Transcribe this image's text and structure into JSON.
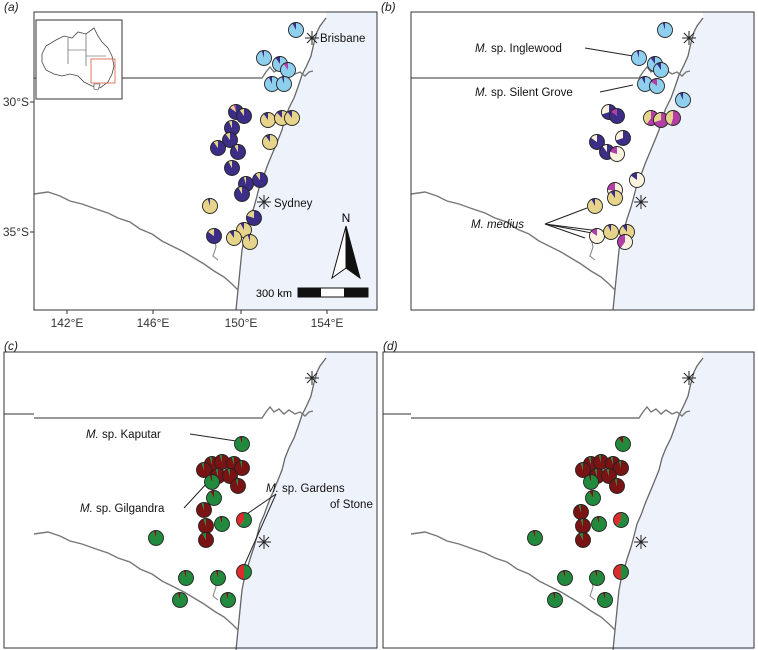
{
  "colors": {
    "sea": "#eef3fb",
    "land": "#ffffff",
    "border": "#777777",
    "coast": "#666666",
    "frame": "#333333",
    "light_blue": "#8fcfee",
    "dark_blue": "#3c2e86",
    "sand": "#e6d48a",
    "magenta": "#b13fa6",
    "cream": "#fbf3dd",
    "dark_red": "#7a1414",
    "green": "#228a3c",
    "red": "#de2b2b"
  },
  "panels": [
    {
      "label": "(a)"
    },
    {
      "label": "(b)"
    },
    {
      "label": "(c)"
    },
    {
      "label": "(d)"
    }
  ],
  "axis": {
    "x_ticks": [
      "142°E",
      "146°E",
      "150°E",
      "154°E"
    ],
    "y_ticks": [
      "30°S",
      "35°S"
    ]
  },
  "cities": {
    "brisbane": "Brisbane",
    "sydney": "Sydney"
  },
  "north_arrow": "N",
  "scale_bar": "300 km",
  "annotations": {
    "inglewood": {
      "italic": "M.",
      "rest": " sp. Inglewood"
    },
    "silent_grove": {
      "italic": "M.",
      "rest": " sp. Silent Grove"
    },
    "medius": {
      "italic": "M. medius"
    },
    "kaputar": {
      "italic": "M.",
      "rest": " sp. Kaputar"
    },
    "gilgandra": {
      "italic": "M.",
      "rest": " sp. Gilgandra"
    },
    "gardens_line1": {
      "italic": "M.",
      "rest": " sp. Gardens"
    },
    "gardens_line2": "of Stone"
  },
  "pies": {
    "a": [
      [
        [
          [
            "light_blue",
            0.92
          ],
          [
            "dark_blue",
            0.08
          ]
        ]
      ],
      [
        [
          [
            "light_blue",
            0.95
          ],
          [
            "dark_blue",
            0.05
          ]
        ]
      ],
      [
        [
          [
            "light_blue",
            0.9
          ],
          [
            "dark_blue",
            0.1
          ]
        ]
      ],
      [
        [
          [
            "light_blue",
            0.9
          ],
          [
            "magenta",
            0.1
          ]
        ]
      ],
      [
        [
          [
            "light_blue",
            0.93
          ],
          [
            "dark_blue",
            0.07
          ]
        ]
      ],
      [
        [
          [
            "light_blue",
            0.95
          ],
          [
            "dark_blue",
            0.05
          ]
        ]
      ],
      [
        [
          [
            "dark_blue",
            0.85
          ],
          [
            "sand",
            0.1
          ],
          [
            "magenta",
            0.05
          ]
        ]
      ],
      [
        [
          [
            "dark_blue",
            0.9
          ],
          [
            "sand",
            0.1
          ]
        ]
      ],
      [
        [
          [
            "dark_blue",
            0.93
          ],
          [
            "sand",
            0.07
          ]
        ]
      ],
      [
        [
          [
            "sand",
            0.9
          ],
          [
            "dark_blue",
            0.1
          ]
        ]
      ],
      [
        [
          [
            "sand",
            0.88
          ],
          [
            "dark_blue",
            0.12
          ]
        ]
      ],
      [
        [
          [
            "sand",
            0.9
          ],
          [
            "dark_blue",
            0.1
          ]
        ]
      ],
      [
        [
          [
            "sand",
            0.9
          ],
          [
            "dark_blue",
            0.1
          ]
        ]
      ],
      [
        [
          [
            "dark_blue",
            0.9
          ],
          [
            "sand",
            0.1
          ]
        ]
      ],
      [
        [
          [
            "dark_blue",
            0.92
          ],
          [
            "sand",
            0.08
          ]
        ]
      ],
      [
        [
          [
            "dark_blue",
            0.9
          ],
          [
            "sand",
            0.1
          ]
        ]
      ],
      [
        [
          [
            "dark_blue",
            0.92
          ],
          [
            "sand",
            0.08
          ]
        ]
      ],
      [
        [
          [
            "dark_blue",
            0.95
          ],
          [
            "sand",
            0.05
          ]
        ]
      ],
      [
        [
          [
            "dark_blue",
            0.92
          ],
          [
            "sand",
            0.08
          ]
        ]
      ],
      [
        [
          [
            "dark_blue",
            0.9
          ],
          [
            "sand",
            0.1
          ]
        ]
      ],
      [
        [
          [
            "dark_blue",
            0.8
          ],
          [
            "sand",
            0.2
          ]
        ]
      ],
      [
        [
          [
            "sand",
            0.95
          ],
          [
            "dark_blue",
            0.05
          ]
        ]
      ],
      [
        [
          [
            "sand",
            0.92
          ],
          [
            "dark_blue",
            0.08
          ]
        ]
      ],
      [
        [
          [
            "sand",
            0.9
          ],
          [
            "dark_blue",
            0.1
          ]
        ]
      ],
      [
        [
          [
            "dark_blue",
            0.85
          ],
          [
            "sand",
            0.15
          ]
        ]
      ],
      [
        [
          [
            "sand",
            0.95
          ],
          [
            "dark_blue",
            0.05
          ]
        ]
      ]
    ],
    "b": [
      [
        [
          [
            "light_blue",
            0.95
          ],
          [
            "dark_blue",
            0.05
          ]
        ]
      ],
      [
        [
          [
            "light_blue",
            0.95
          ],
          [
            "dark_blue",
            0.05
          ]
        ]
      ],
      [
        [
          [
            "light_blue",
            0.9
          ],
          [
            "dark_blue",
            0.1
          ]
        ]
      ],
      [
        [
          [
            "light_blue",
            0.9
          ],
          [
            "dark_blue",
            0.1
          ]
        ]
      ],
      [
        [
          [
            "light_blue",
            0.92
          ],
          [
            "dark_blue",
            0.08
          ]
        ]
      ],
      [
        [
          [
            "light_blue",
            0.85
          ],
          [
            "magenta",
            0.15
          ]
        ]
      ],
      [
        [
          [
            "light_blue",
            0.93
          ],
          [
            "dark_blue",
            0.07
          ]
        ]
      ],
      [
        [
          [
            "dark_blue",
            0.7
          ],
          [
            "cream",
            0.3
          ]
        ]
      ],
      [
        [
          [
            "dark_blue",
            0.85
          ],
          [
            "magenta",
            0.15
          ]
        ]
      ],
      [
        [
          [
            "magenta",
            0.6
          ],
          [
            "sand",
            0.4
          ]
        ]
      ],
      [
        [
          [
            "magenta",
            0.7
          ],
          [
            "sand",
            0.3
          ]
        ]
      ],
      [
        [
          [
            "magenta",
            0.55
          ],
          [
            "sand",
            0.45
          ]
        ]
      ],
      [
        [
          [
            "dark_blue",
            0.85
          ],
          [
            "cream",
            0.15
          ]
        ]
      ],
      [
        [
          [
            "dark_blue",
            0.9
          ],
          [
            "cream",
            0.1
          ]
        ]
      ],
      [
        [
          [
            "dark_blue",
            0.7
          ],
          [
            "cream",
            0.3
          ]
        ]
      ],
      [
        [
          [
            "cream",
            0.8
          ],
          [
            "magenta",
            0.2
          ]
        ]
      ],
      [
        [
          [
            "cream",
            0.75
          ],
          [
            "magenta",
            0.25
          ]
        ]
      ],
      [
        [
          [
            "cream",
            0.85
          ],
          [
            "dark_blue",
            0.15
          ]
        ]
      ],
      [
        [
          [
            "sand",
            0.92
          ],
          [
            "dark_blue",
            0.08
          ]
        ]
      ],
      [
        [
          [
            "sand",
            0.9
          ],
          [
            "dark_blue",
            0.1
          ]
        ]
      ],
      [
        [
          [
            "sand",
            0.9
          ],
          [
            "dark_blue",
            0.1
          ]
        ]
      ],
      [
        [
          [
            "cream",
            0.85
          ],
          [
            "magenta",
            0.15
          ]
        ]
      ],
      [
        [
          [
            "sand",
            0.93
          ],
          [
            "dark_blue",
            0.07
          ]
        ]
      ],
      [
        [
          [
            "cream",
            0.6
          ],
          [
            "magenta",
            0.4
          ]
        ]
      ]
    ],
    "c": [
      [
        [
          [
            "green",
            0.95
          ],
          [
            "dark_red",
            0.05
          ]
        ]
      ],
      [
        [
          [
            "dark_red",
            0.95
          ],
          [
            "green",
            0.05
          ]
        ]
      ],
      [
        [
          [
            "dark_red",
            0.95
          ],
          [
            "green",
            0.05
          ]
        ]
      ],
      [
        [
          [
            "dark_red",
            0.95
          ],
          [
            "green",
            0.05
          ]
        ]
      ],
      [
        [
          [
            "dark_red",
            0.95
          ],
          [
            "green",
            0.05
          ]
        ]
      ],
      [
        [
          [
            "dark_red",
            0.95
          ],
          [
            "green",
            0.05
          ]
        ]
      ],
      [
        [
          [
            "dark_red",
            0.95
          ],
          [
            "green",
            0.05
          ]
        ]
      ],
      [
        [
          [
            "dark_red",
            0.95
          ],
          [
            "green",
            0.05
          ]
        ]
      ],
      [
        [
          [
            "green",
            0.95
          ],
          [
            "dark_red",
            0.05
          ]
        ]
      ],
      [
        [
          [
            "dark_red",
            0.95
          ],
          [
            "green",
            0.05
          ]
        ]
      ],
      [
        [
          [
            "green",
            0.92
          ],
          [
            "dark_red",
            0.08
          ]
        ]
      ],
      [
        [
          [
            "dark_red",
            0.95
          ],
          [
            "green",
            0.05
          ]
        ]
      ],
      [
        [
          [
            "green",
            0.6
          ],
          [
            "red",
            0.4
          ]
        ]
      ],
      [
        [
          [
            "dark_red",
            0.95
          ],
          [
            "green",
            0.05
          ]
        ]
      ],
      [
        [
          [
            "green",
            0.95
          ],
          [
            "dark_red",
            0.05
          ]
        ]
      ],
      [
        [
          [
            "dark_red",
            0.92
          ],
          [
            "green",
            0.08
          ]
        ]
      ],
      [
        [
          [
            "green",
            0.5
          ],
          [
            "red",
            0.5
          ]
        ]
      ],
      [
        [
          [
            "green",
            0.95
          ],
          [
            "dark_red",
            0.05
          ]
        ]
      ],
      [
        [
          [
            "green",
            0.95
          ],
          [
            "dark_red",
            0.05
          ]
        ]
      ],
      [
        [
          [
            "green",
            0.95
          ],
          [
            "dark_red",
            0.05
          ]
        ]
      ],
      [
        [
          [
            "green",
            0.95
          ],
          [
            "dark_red",
            0.05
          ]
        ]
      ],
      [
        [
          [
            "green",
            0.95
          ],
          [
            "dark_red",
            0.05
          ]
        ]
      ]
    ],
    "d": [
      [
        [
          [
            "green",
            0.9
          ],
          [
            "dark_red",
            0.1
          ]
        ]
      ],
      [
        [
          [
            "dark_red",
            0.95
          ],
          [
            "green",
            0.05
          ]
        ]
      ],
      [
        [
          [
            "dark_red",
            0.95
          ],
          [
            "green",
            0.05
          ]
        ]
      ],
      [
        [
          [
            "dark_red",
            0.95
          ],
          [
            "green",
            0.05
          ]
        ]
      ],
      [
        [
          [
            "dark_red",
            0.95
          ],
          [
            "green",
            0.05
          ]
        ]
      ],
      [
        [
          [
            "dark_red",
            0.95
          ],
          [
            "green",
            0.05
          ]
        ]
      ],
      [
        [
          [
            "dark_red",
            0.95
          ],
          [
            "green",
            0.05
          ]
        ]
      ],
      [
        [
          [
            "dark_red",
            0.95
          ],
          [
            "green",
            0.05
          ]
        ]
      ],
      [
        [
          [
            "green",
            0.95
          ],
          [
            "dark_red",
            0.05
          ]
        ]
      ],
      [
        [
          [
            "dark_red",
            0.95
          ],
          [
            "green",
            0.05
          ]
        ]
      ],
      [
        [
          [
            "green",
            0.92
          ],
          [
            "dark_red",
            0.08
          ]
        ]
      ],
      [
        [
          [
            "dark_red",
            0.95
          ],
          [
            "green",
            0.05
          ]
        ]
      ],
      [
        [
          [
            "green",
            0.6
          ],
          [
            "red",
            0.4
          ]
        ]
      ],
      [
        [
          [
            "dark_red",
            0.95
          ],
          [
            "green",
            0.05
          ]
        ]
      ],
      [
        [
          [
            "green",
            0.95
          ],
          [
            "dark_red",
            0.05
          ]
        ]
      ],
      [
        [
          [
            "dark_red",
            0.92
          ],
          [
            "green",
            0.08
          ]
        ]
      ],
      [
        [
          [
            "green",
            0.5
          ],
          [
            "red",
            0.5
          ]
        ]
      ],
      [
        [
          [
            "green",
            0.95
          ],
          [
            "dark_red",
            0.05
          ]
        ]
      ],
      [
        [
          [
            "green",
            0.95
          ],
          [
            "dark_red",
            0.05
          ]
        ]
      ],
      [
        [
          [
            "green",
            0.95
          ],
          [
            "dark_red",
            0.05
          ]
        ]
      ],
      [
        [
          [
            "green",
            0.95
          ],
          [
            "dark_red",
            0.05
          ]
        ]
      ],
      [
        [
          [
            "green",
            0.95
          ],
          [
            "dark_red",
            0.05
          ]
        ]
      ]
    ]
  }
}
